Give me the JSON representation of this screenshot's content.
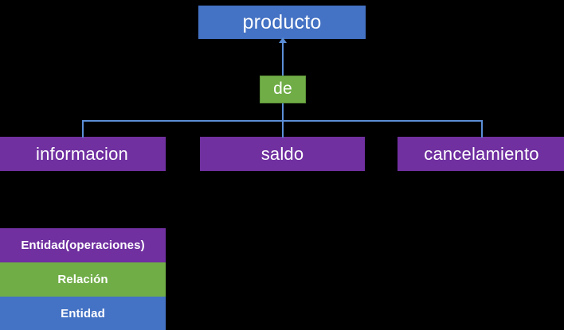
{
  "diagram": {
    "type": "entity-relation-tree",
    "background_color": "#000000",
    "colors": {
      "entity": "#4472C4",
      "relation": "#70AD47",
      "entity_operations": "#7030A0",
      "connector": "#5B8ED6",
      "text": "#FFFFFF"
    },
    "root": {
      "label": "producto",
      "kind": "entity"
    },
    "relation": {
      "label": "de",
      "kind": "relation"
    },
    "children": [
      {
        "label": "informacion",
        "kind": "entity-operations"
      },
      {
        "label": "saldo",
        "kind": "entity-operations"
      },
      {
        "label": "cancelamiento",
        "kind": "entity-operations"
      }
    ]
  },
  "legend": {
    "items": [
      {
        "label": "Entidad(operaciones)",
        "color": "#7030A0"
      },
      {
        "label": "Relación",
        "color": "#70AD47"
      },
      {
        "label": "Entidad",
        "color": "#4472C4"
      }
    ]
  }
}
